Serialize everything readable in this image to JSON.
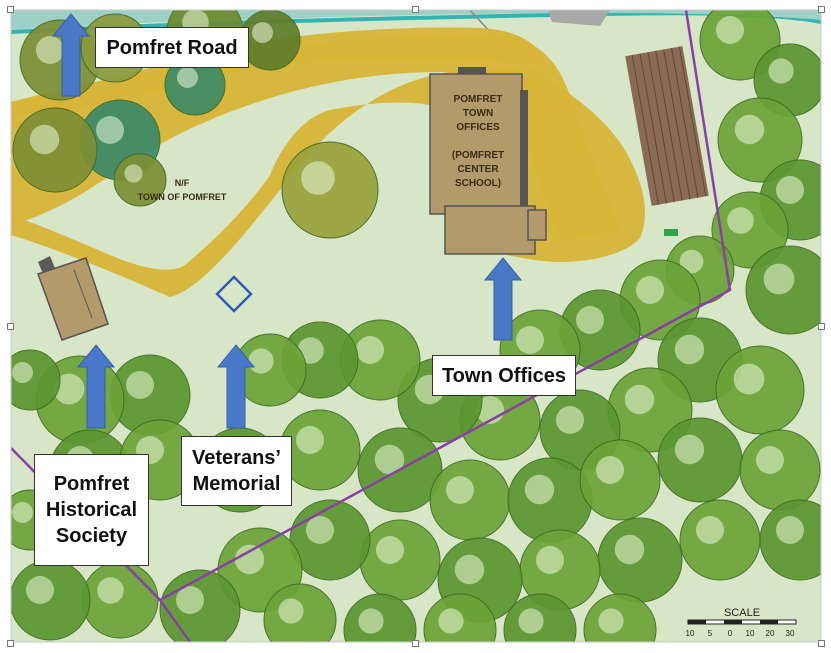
{
  "map": {
    "building_labels": {
      "town_offices": [
        "POMFRET",
        "TOWN",
        "OFFICES",
        "",
        "(POMFRET",
        "CENTER",
        "SCHOOL)"
      ],
      "parcel": [
        "N/F",
        "TOWN OF POMFRET"
      ]
    },
    "scale": {
      "label": "SCALE",
      "ticks": [
        "10",
        "5",
        "0",
        "10",
        "20",
        "30"
      ]
    },
    "colors": {
      "lawn": "#d7e6c6",
      "driveway": "#d8b437",
      "tree": "#6ba338",
      "building": "#b39a6a",
      "property_line": "#8a3fa8",
      "arrow": "#4a78c9",
      "road_edge": "#33b3b3"
    }
  },
  "callouts": {
    "pomfret_road": "Pomfret Road",
    "town_offices": "Town Offices",
    "historical_society": [
      "Pomfret",
      "Historical",
      "Society"
    ],
    "veterans_memorial": [
      "Veterans’",
      "Memorial"
    ]
  }
}
